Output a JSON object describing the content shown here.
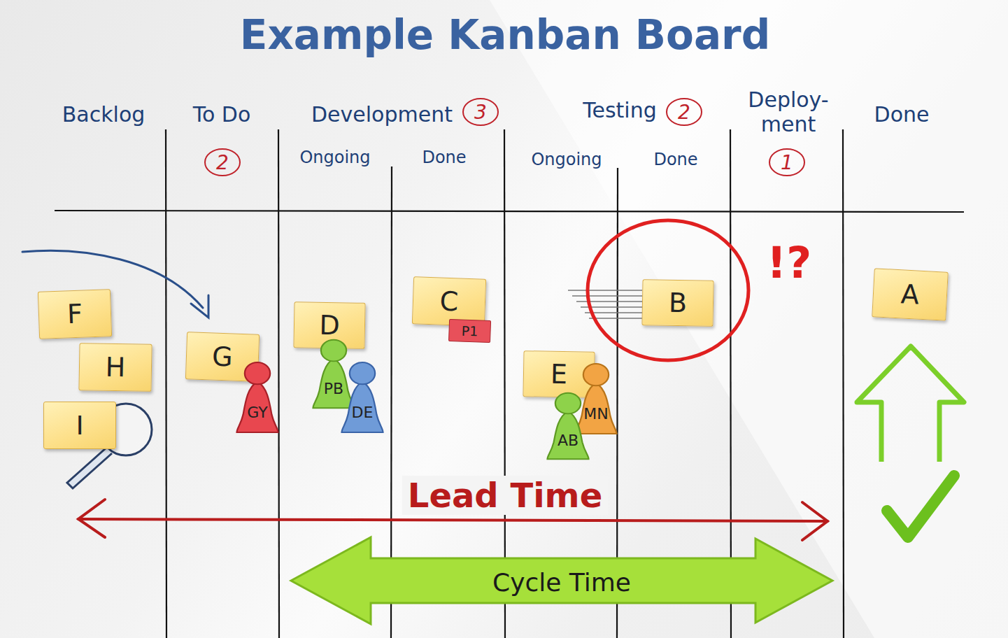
{
  "diagram": {
    "title": "Example Kanban Board",
    "nodes": [
      {
        "text": [
          "2"
        ]
      },
      {
        "text": [
          "3"
        ]
      },
      {
        "text": [
          "2"
        ]
      },
      {
        "text": [
          "1"
        ]
      },
      {
        "text": [
          "F"
        ]
      },
      {
        "text": [
          "G"
        ]
      },
      {
        "text": [
          "D"
        ]
      },
      {
        "text": [
          "C"
        ]
      },
      {
        "text": [
          "P1"
        ],
        "in": 7
      },
      {
        "text": [
          "B"
        ]
      },
      {
        "text": [
          "A"
        ]
      },
      {
        "text": [
          "H"
        ]
      },
      {
        "text": [
          "PB"
        ]
      },
      {
        "text": [
          "GY"
        ]
      },
      {
        "text": [
          "DE"
        ]
      },
      {
        "text": [
          "E"
        ]
      },
      {
        "text": [
          "MN"
        ]
      },
      {
        "text": [
          "I"
        ]
      },
      {
        "text": [
          "AB"
        ]
      }
    ],
    "labels": [
      "Backlog",
      "To Do",
      "Development",
      "Ongoing",
      "Done",
      "Testing",
      "Ongoing",
      "Done",
      "Deploy- ment",
      "Done",
      "!?",
      "Lead Time",
      "Cycle Time"
    ]
  }
}
